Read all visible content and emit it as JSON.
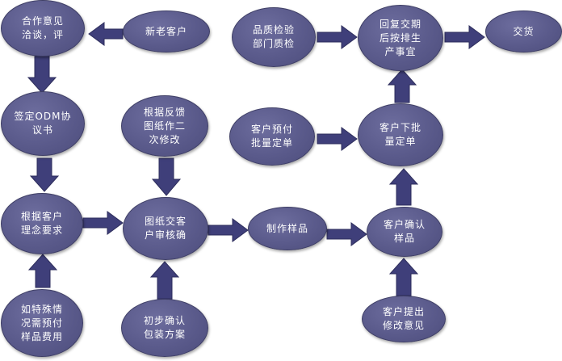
{
  "diagram": {
    "nodes": {
      "hezuo_yijian": "合作意见\n洽谈，评",
      "xinlao_kehu": "新老客户",
      "pinzhi_jianyan": "品质检验\n部门质检",
      "huifu_jiaoqi": "回复交期\n后按排生\n产事宜",
      "jiaohuo": "交货",
      "qianding_odm": "签定ODM协\n议书",
      "genju_fankui": "根据反馈\n图纸作二\n次修改",
      "kehu_yufu": "客户预付\n批量定单",
      "kehu_xiapi": "客户下批\n量定单",
      "genju_linian": "根据客户\n理念要求",
      "tuzhi_shenhe": "图纸交客\n户审核确",
      "zhizuo_yangpin": "制作样品",
      "kehu_queren": "客户确认\n样品",
      "teshu_qingkuang": "如特殊情\n况需预付\n样品费用",
      "chubu_queren": "初步确认\n包装方案",
      "kehu_tichu": "客户提出\n修改意见"
    }
  }
}
